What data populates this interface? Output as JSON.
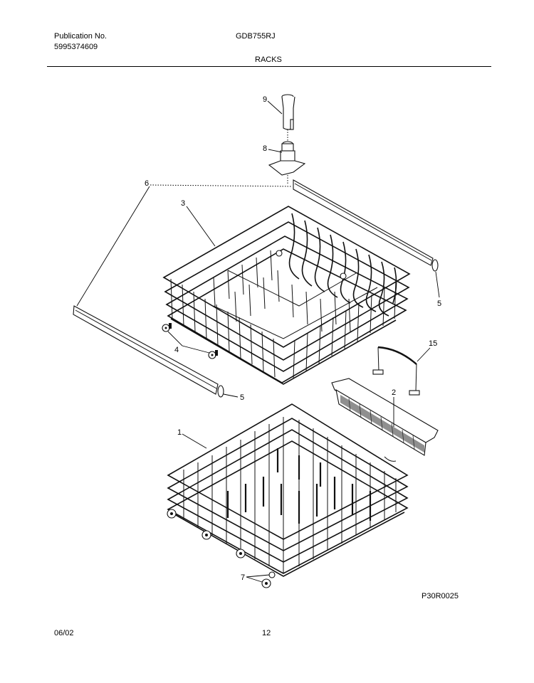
{
  "header": {
    "publication_label": "Publication No.",
    "publication_number": "5995374609",
    "model": "GDB755RJ",
    "section_title": "RACKS"
  },
  "footer": {
    "date": "06/02",
    "page_number": "12",
    "figure_code": "P30R0025"
  },
  "diagram": {
    "title": "RACKS",
    "callouts": [
      {
        "id": "1",
        "label": "1",
        "part": "lower-rack"
      },
      {
        "id": "2",
        "label": "2",
        "part": "silverware-basket"
      },
      {
        "id": "3",
        "label": "3",
        "part": "upper-rack"
      },
      {
        "id": "4",
        "label": "4",
        "part": "upper-rack-roller"
      },
      {
        "id": "5a",
        "label": "5",
        "part": "rack-track-end-cap-right"
      },
      {
        "id": "5b",
        "label": "5",
        "part": "rack-track-end-cap-left"
      },
      {
        "id": "6",
        "label": "6",
        "part": "rack-track"
      },
      {
        "id": "7",
        "label": "7",
        "part": "lower-rack-wheel"
      },
      {
        "id": "8",
        "label": "8",
        "part": "spray-arm-nozzle-manifold"
      },
      {
        "id": "9",
        "label": "9",
        "part": "water-tube-connector"
      },
      {
        "id": "15",
        "label": "15",
        "part": "basket-handle"
      }
    ]
  }
}
